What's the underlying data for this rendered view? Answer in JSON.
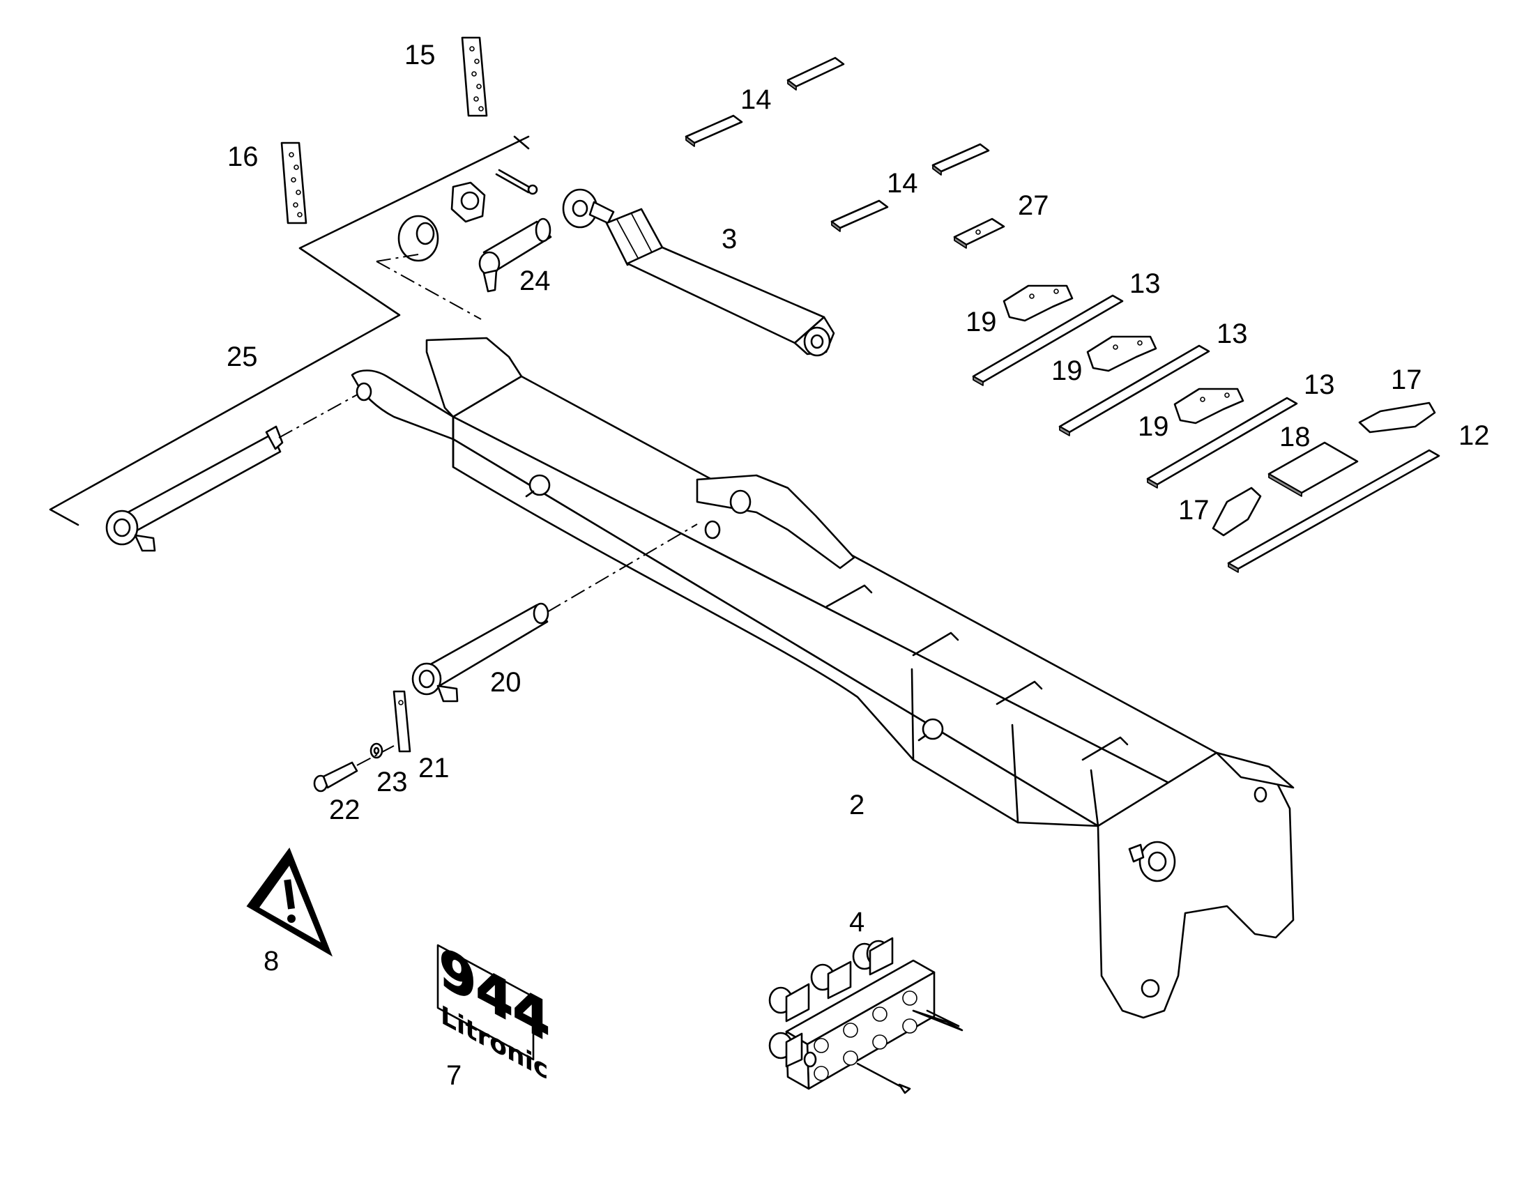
{
  "diagram": {
    "callouts": [
      {
        "id": "c15",
        "text": "15"
      },
      {
        "id": "c16",
        "text": "16"
      },
      {
        "id": "c14a",
        "text": "14"
      },
      {
        "id": "c14b",
        "text": "14"
      },
      {
        "id": "c27",
        "text": "27"
      },
      {
        "id": "c3",
        "text": "3"
      },
      {
        "id": "c24",
        "text": "24"
      },
      {
        "id": "c25",
        "text": "25"
      },
      {
        "id": "c13a",
        "text": "13"
      },
      {
        "id": "c19a",
        "text": "19"
      },
      {
        "id": "c13b",
        "text": "13"
      },
      {
        "id": "c19b",
        "text": "19"
      },
      {
        "id": "c13c",
        "text": "13"
      },
      {
        "id": "c17a",
        "text": "17"
      },
      {
        "id": "c19c",
        "text": "19"
      },
      {
        "id": "c18",
        "text": "18"
      },
      {
        "id": "c12",
        "text": "12"
      },
      {
        "id": "c17b",
        "text": "17"
      },
      {
        "id": "c20",
        "text": "20"
      },
      {
        "id": "c21",
        "text": "21"
      },
      {
        "id": "c23",
        "text": "23"
      },
      {
        "id": "c22",
        "text": "22"
      },
      {
        "id": "c2",
        "text": "2"
      },
      {
        "id": "c4",
        "text": "4"
      },
      {
        "id": "c8",
        "text": "8"
      },
      {
        "id": "c7",
        "text": "7"
      }
    ],
    "decal": {
      "model": "944",
      "brand": "Litronic"
    }
  }
}
